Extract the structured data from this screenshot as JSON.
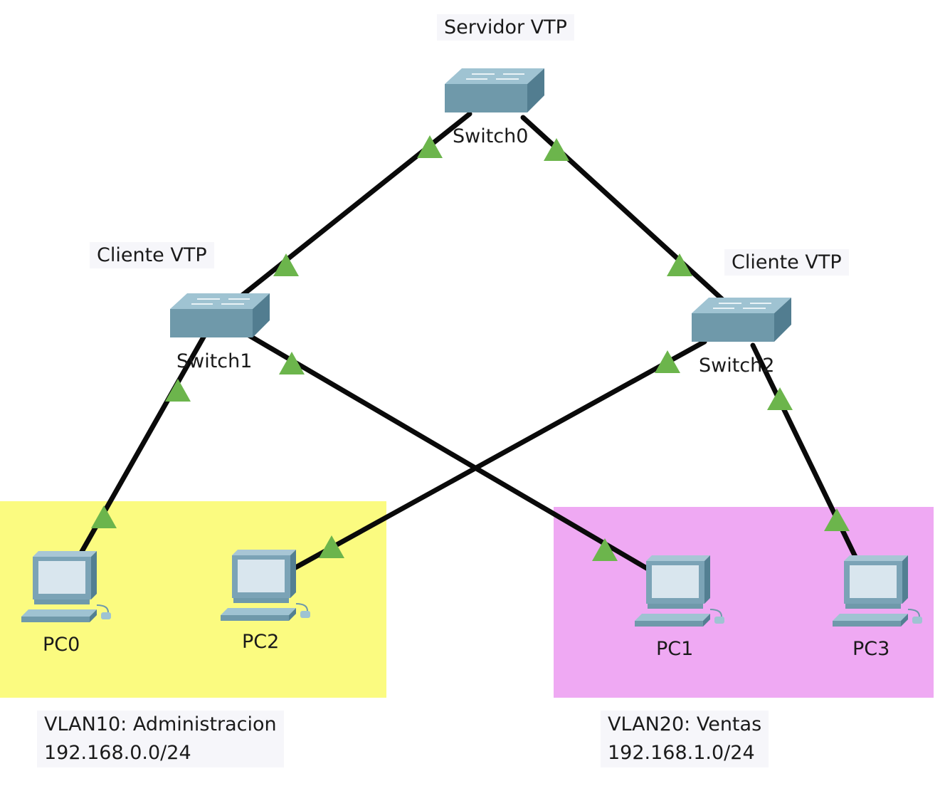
{
  "colors": {
    "vlan10_zone": "#fbfb80",
    "vlan20_zone": "#efa9f3",
    "link": "#0a0a0a",
    "port_up": "#6cb54c",
    "switch_top": "#9fc3d2",
    "switch_front": "#6f99aa",
    "switch_side": "#527d90",
    "pc_body": "#7ba3b6",
    "pc_screen": "#d9e6ee"
  },
  "devices": {
    "switch0": {
      "name": "Switch0",
      "role": "Servidor VTP",
      "icon": "switch-icon"
    },
    "switch1": {
      "name": "Switch1",
      "role": "Cliente VTP",
      "icon": "switch-icon"
    },
    "switch2": {
      "name": "Switch2",
      "role": "Cliente VTP",
      "icon": "switch-icon"
    },
    "pc0": {
      "name": "PC0",
      "icon": "pc-icon"
    },
    "pc1": {
      "name": "PC1",
      "icon": "pc-icon"
    },
    "pc2": {
      "name": "PC2",
      "icon": "pc-icon"
    },
    "pc3": {
      "name": "PC3",
      "icon": "pc-icon"
    }
  },
  "vlans": {
    "vlan10": {
      "label": "VLAN10: Administracion",
      "network": "192.168.0.0/24"
    },
    "vlan20": {
      "label": "VLAN20: Ventas",
      "network": "192.168.1.0/24"
    }
  },
  "links": [
    {
      "from": "Switch0",
      "to": "Switch1"
    },
    {
      "from": "Switch0",
      "to": "Switch2"
    },
    {
      "from": "Switch1",
      "to": "PC0"
    },
    {
      "from": "Switch1",
      "to": "PC1"
    },
    {
      "from": "Switch2",
      "to": "PC2"
    },
    {
      "from": "Switch2",
      "to": "PC3"
    }
  ]
}
